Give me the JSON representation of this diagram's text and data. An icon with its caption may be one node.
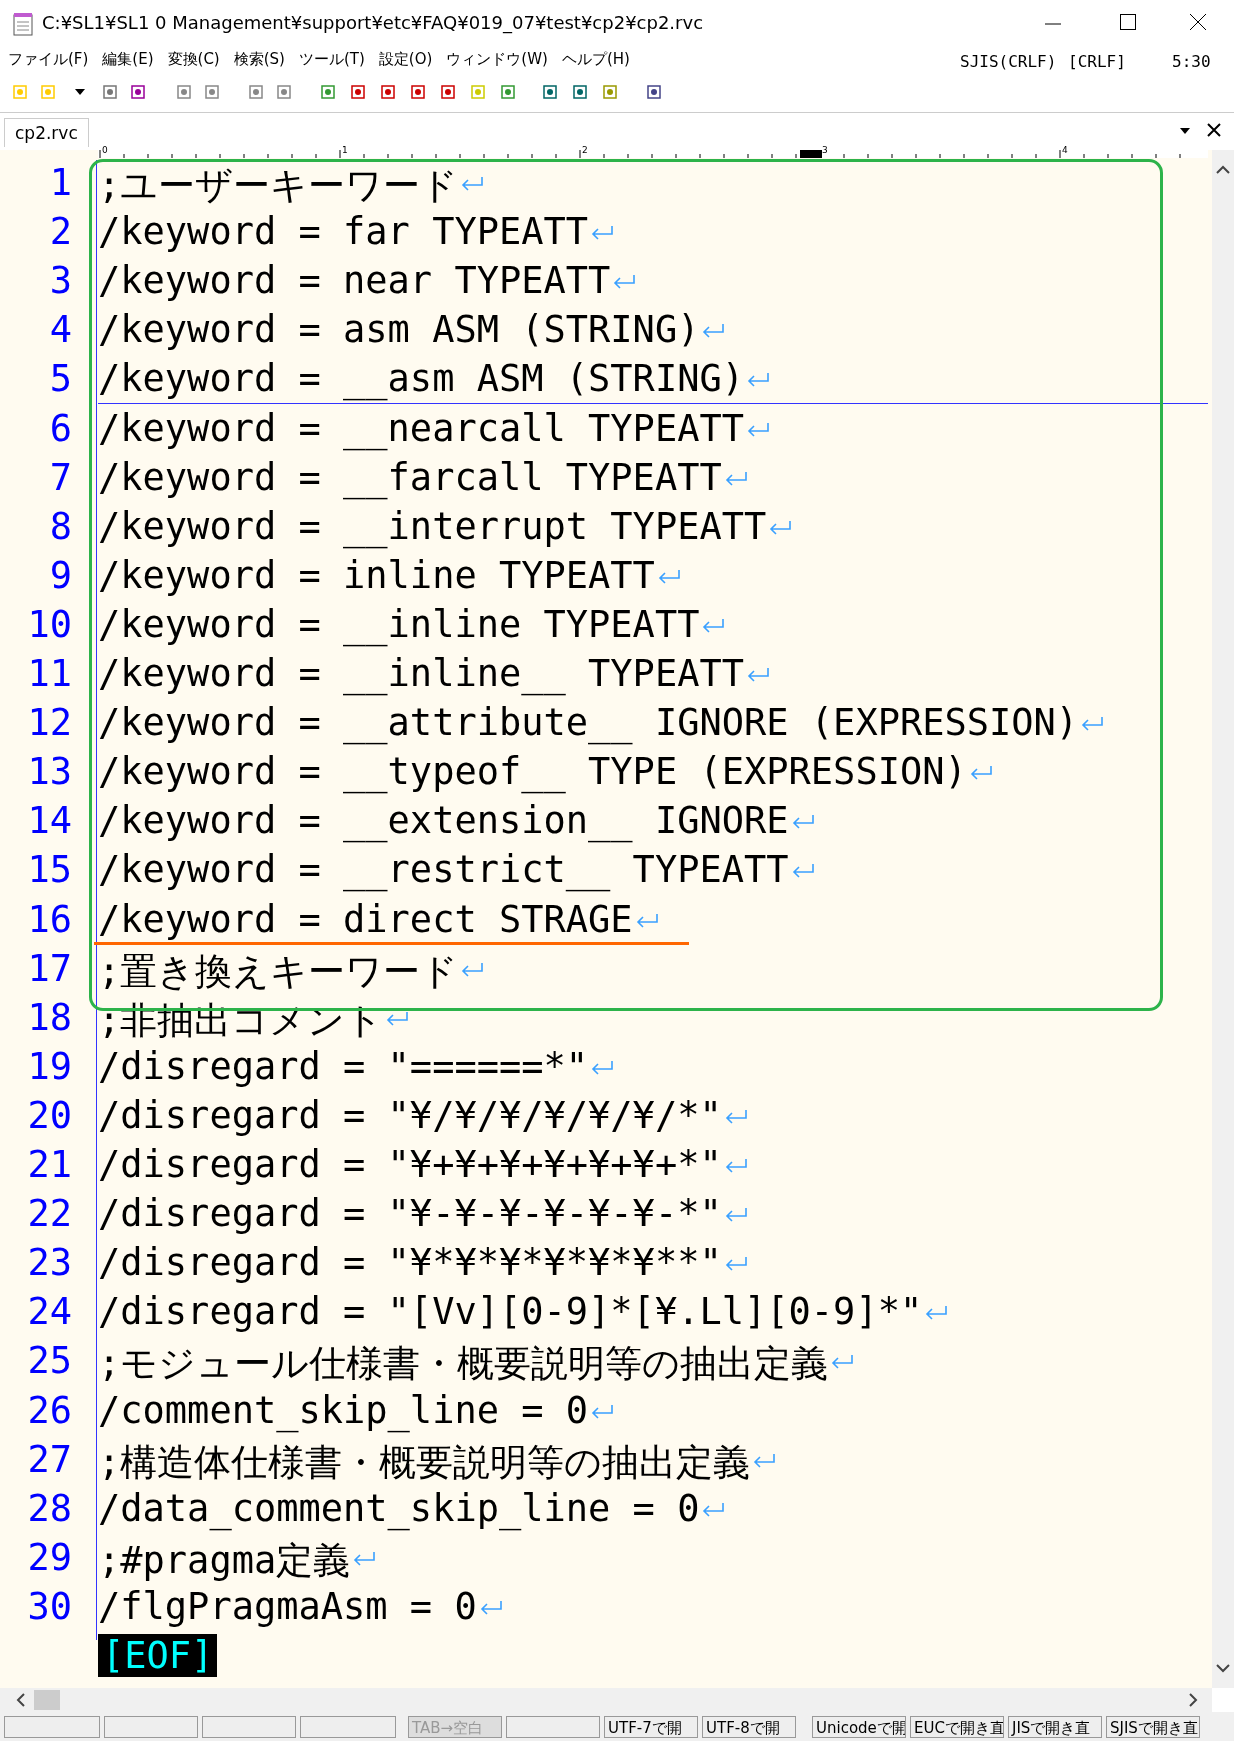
{
  "diagram": {
    "title": "C:¥SL1¥SL1 0 Management¥support¥etc¥FAQ¥019_07¥test¥cp2¥cp2.rvc",
    "labels": [
      "ファイル(F)",
      "編集(E)",
      "変換(C)",
      "検索(S)",
      "ツール(T)",
      "設定(O)",
      "ウィンドウ(W)",
      "ヘルプ(H)",
      "SJIS(CRLF)",
      "[CRLF]",
      "5:30",
      "cp2.rvc",
      "0",
      "1",
      "2",
      "3",
      "4",
      "1",
      ";ユーザーキーワード",
      "2",
      "/keyword = far TYPEATT",
      "3",
      "/keyword = near TYPEATT",
      "4",
      "/keyword = asm ASM (STRING)",
      "5",
      "/keyword = __asm ASM (STRING)",
      "6",
      "/keyword = __nearcall TYPEATT",
      "7",
      "/keyword = __farcall TYPEATT",
      "8",
      "/keyword = __interrupt TYPEATT",
      "9",
      "/keyword = inline TYPEATT",
      "10",
      "/keyword = __inline TYPEATT",
      "11",
      "/keyword = __inline__ TYPEATT",
      "12",
      "/keyword = __attribute__ IGNORE (EXPRESSION)",
      "13",
      "/keyword = __typeof__ TYPE (EXPRESSION)",
      "14",
      "/keyword = __extension__ IGNORE",
      "15",
      "/keyword = __restrict__ TYPEATT",
      "16",
      "/keyword = direct STRAGE",
      "17",
      ";置き換えキーワード",
      "18",
      ";非抽出コメント",
      "19",
      "/disregard = \"======*\"",
      "20",
      "/disregard = \"¥/¥/¥/¥/¥/¥/*\"",
      "21",
      "/disregard = \"¥+¥+¥+¥+¥+¥+*\"",
      "22",
      "/disregard = \"¥-¥-¥-¥-¥-¥-*\"",
      "23",
      "/disregard = \"¥*¥*¥*¥*¥*¥**\"",
      "24",
      "/disregard = \"[Vv][0-9]*[¥.Ll][0-9]*\"",
      "25",
      ";モジュール仕様書・概要説明等の抽出定義",
      "26",
      "/comment_skip_line = 0",
      "27",
      ";構造体仕様書・概要説明等の抽出定義",
      "28",
      "/data_comment_skip_line = 0",
      "29",
      ";#pragma定義",
      "30",
      "/flgPragmaAsm = 0",
      "[EOF]",
      "TAB→空白",
      "UTF-7で開",
      "UTF-8で開",
      "Unicodeで開",
      "EUCで開き直",
      "JISで開き直",
      "SJISで開き直"
    ]
  }
}
